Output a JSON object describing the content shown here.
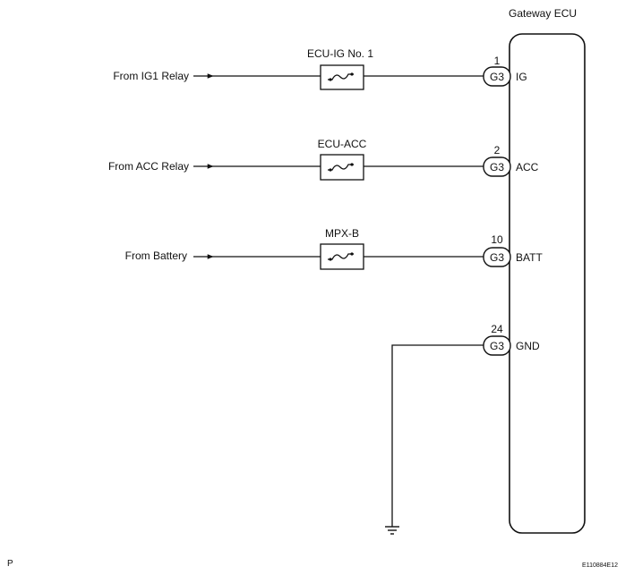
{
  "ecu": {
    "title": "Gateway ECU"
  },
  "circuits": [
    {
      "source": "From IG1 Relay",
      "fuse": "ECU-IG No. 1",
      "pin": "1",
      "connector": "G3",
      "terminal": "IG"
    },
    {
      "source": "From ACC Relay",
      "fuse": "ECU-ACC",
      "pin": "2",
      "connector": "G3",
      "terminal": "ACC"
    },
    {
      "source": "From Battery",
      "fuse": "MPX-B",
      "pin": "10",
      "connector": "G3",
      "terminal": "BATT"
    }
  ],
  "ground": {
    "pin": "24",
    "connector": "G3",
    "terminal": "GND"
  },
  "corner_letter": "P",
  "figure_code": "E110884E12"
}
